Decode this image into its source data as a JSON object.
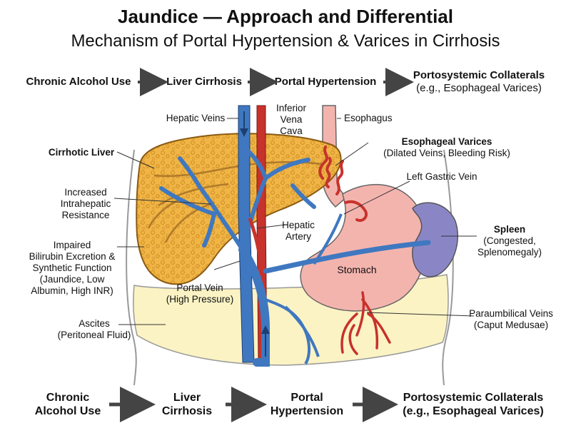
{
  "title": "Jaundice — Approach and Differential",
  "subtitle": "Mechanism of Portal Hypertension & Varices in Cirrhosis",
  "top_flow": [
    "Chronic Alcohol Use",
    "Liver Cirrhosis",
    "Portal Hypertension",
    "Portosystemic Collaterals",
    "(e.g., Esophageal Varices)"
  ],
  "bottom_flow": [
    "Chronic",
    "Alcohol Use",
    "Liver",
    "Cirrhosis",
    "Portal",
    "Hypertension",
    "Portosystemic Collaterals",
    "(e.g., Esophageal Varices)"
  ],
  "labels": {
    "hepatic_veins": "Hepatic Veins",
    "ivc": [
      "Inferior",
      "Vena",
      "Cava"
    ],
    "esophagus": "Esophagus",
    "cirrhotic_liver": "Cirrhotic Liver",
    "esophageal_varices": "Esophageal Varices",
    "esophageal_varices_note": "(Dilated Veins, Bleeding Risk)",
    "left_gastric_vein": "Left Gastric Vein",
    "increased_resistance": [
      "Increased",
      "Intrahepatic",
      "Resistance"
    ],
    "hepatic_artery": [
      "Hepatic",
      "Artery"
    ],
    "spleen": "Spleen",
    "spleen_note": [
      "(Congested,",
      "Splenomegaly)"
    ],
    "impaired": [
      "Impaired",
      "Bilirubin Excretion &",
      "Synthetic Function",
      "(Jaundice, Low",
      "Albumin, High INR)"
    ],
    "portal_vein": [
      "Portal Vein",
      "(High Pressure)"
    ],
    "stomach": "Stomach",
    "ascites": [
      "Ascites",
      "(Peritoneal Fluid)"
    ],
    "paraumbilical": [
      "Paraumbilical Veins",
      "(Caput Medusae)"
    ]
  },
  "colors": {
    "liver": "#f0b545",
    "vein": "#3f78c0",
    "artery": "#c8322c",
    "stomach": "#f4b4ae",
    "spleen": "#8a86c6",
    "ascites": "#fbf3c4"
  }
}
